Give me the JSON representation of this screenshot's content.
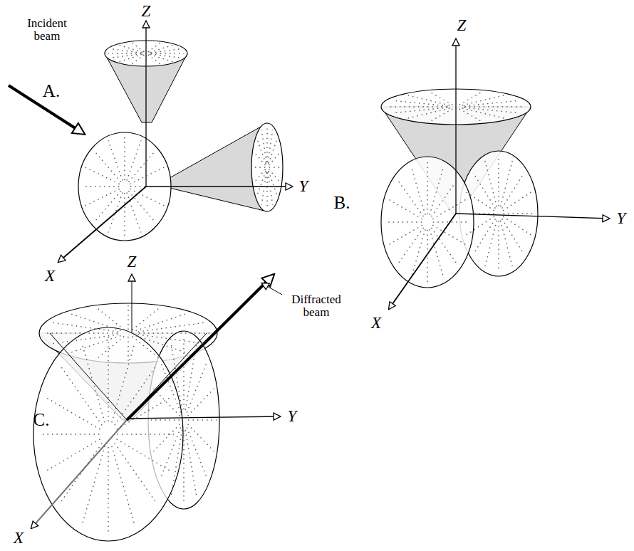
{
  "diagram": {
    "labels": [
      "Incident beam",
      "Z",
      "A.",
      "Y",
      "X",
      "Z",
      "B.",
      "Y",
      "X",
      "Z",
      "Diffracted beam",
      "C.",
      "Y",
      "X"
    ]
  }
}
